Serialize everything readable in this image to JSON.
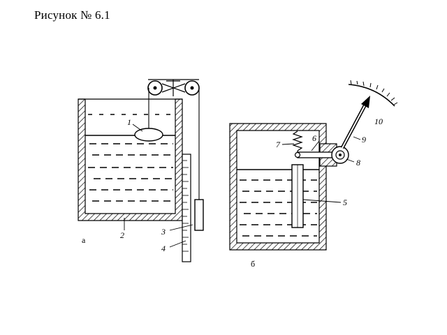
{
  "figure": {
    "title": "Рисунок № 6.1"
  },
  "left_diagram": {
    "sublabel": "а",
    "callouts": [
      "1",
      "2",
      "3",
      "4"
    ]
  },
  "right_diagram": {
    "sublabel": "б",
    "callouts": [
      "5",
      "6",
      "7",
      "8",
      "9",
      "10"
    ]
  },
  "colors": {
    "ink": "#000000",
    "paper": "#ffffff"
  }
}
